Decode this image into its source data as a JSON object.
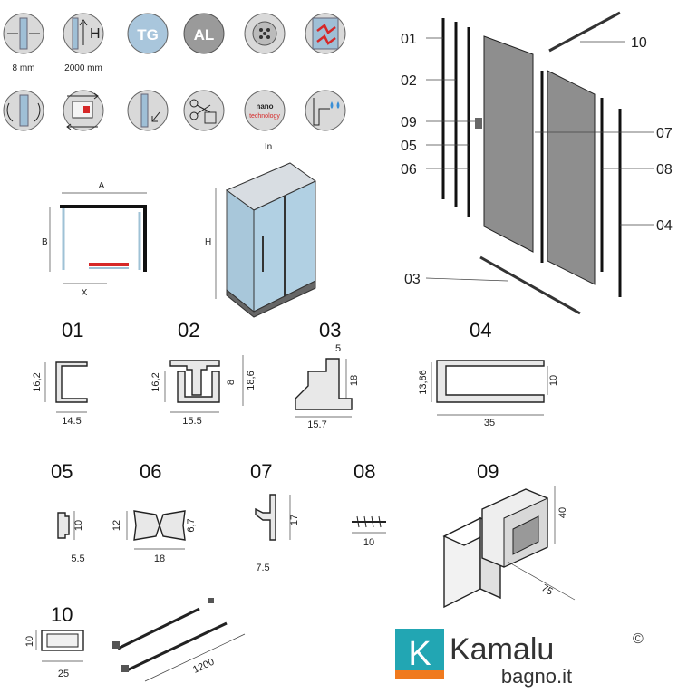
{
  "icons": {
    "row1": [
      {
        "name": "glass-thickness-icon",
        "caption": "8 mm"
      },
      {
        "name": "height-icon",
        "caption": "2000 mm",
        "glyph": "H"
      },
      {
        "name": "tempered-glass-icon",
        "caption": "",
        "glyph": "TG"
      },
      {
        "name": "aluminium-icon",
        "caption": "",
        "glyph": "AL"
      },
      {
        "name": "anti-limescale-icon",
        "caption": ""
      },
      {
        "name": "safety-glass-icon",
        "caption": ""
      }
    ],
    "row2": [
      {
        "name": "reversible-icon"
      },
      {
        "name": "sliding-door-icon"
      },
      {
        "name": "wall-adjustment-icon"
      },
      {
        "name": "easy-cut-icon"
      },
      {
        "name": "nano-technology-icon",
        "glyph_top": "nano",
        "glyph_bottom": "technology"
      },
      {
        "name": "water-drops-icon"
      }
    ]
  },
  "plan": {
    "a": "A",
    "b": "B",
    "x": "X"
  },
  "cabin": {
    "in": "In",
    "h": "H"
  },
  "exploded_labels": {
    "left": [
      "01",
      "02",
      "09",
      "05",
      "06",
      "03"
    ],
    "right": [
      "10",
      "07",
      "08",
      "04"
    ]
  },
  "profiles": {
    "p01": {
      "num": "01",
      "h": "16,2",
      "w": "14.5"
    },
    "p02": {
      "num": "02",
      "h": "16,2",
      "inner": "8",
      "outer": "18,6",
      "w": "15.5"
    },
    "p03": {
      "num": "03",
      "top": "5",
      "h": "18",
      "w": "15.7"
    },
    "p04": {
      "num": "04",
      "h": "13,86",
      "inner": "10",
      "w": "35"
    },
    "p05": {
      "num": "05",
      "h": "10",
      "w": "5.5"
    },
    "p06": {
      "num": "06",
      "h": "12",
      "inner": "6,7",
      "w": "18"
    },
    "p07": {
      "num": "07",
      "h": "17",
      "w": "7.5"
    },
    "p08": {
      "num": "08",
      "w": "10"
    },
    "p09": {
      "num": "09",
      "h": "40",
      "w": "75"
    },
    "p10": {
      "num": "10",
      "h": "10",
      "w": "25",
      "len": "1200"
    }
  },
  "brand": {
    "k": "K",
    "name": "Kamalu",
    "copy": "©",
    "site": "bagno.it",
    "colors": {
      "teal": "#22a6b3",
      "orange": "#f07a1e"
    }
  }
}
